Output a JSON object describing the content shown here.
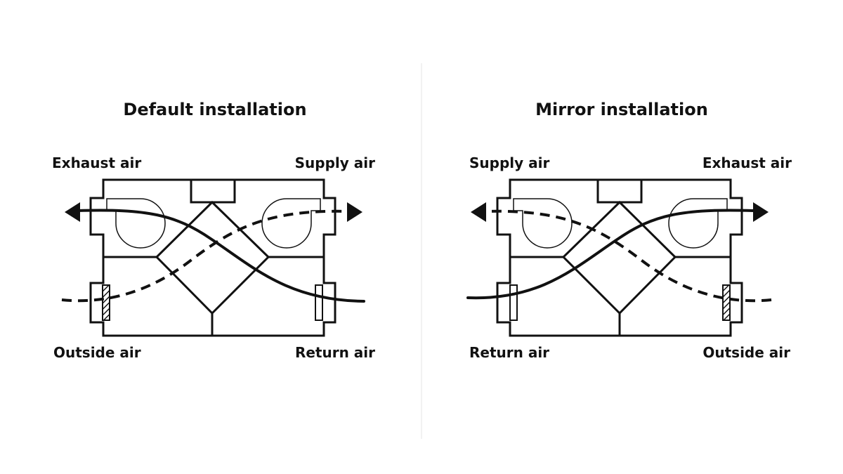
{
  "diagrams": [
    {
      "title": "Default installation",
      "labels": {
        "top_left": "Exhaust air",
        "top_right": "Supply air",
        "bottom_left": "Outside air",
        "bottom_right": "Return air"
      }
    },
    {
      "title": "Mirror installation",
      "labels": {
        "top_left": "Supply air",
        "top_right": "Exhaust air",
        "bottom_left": "Return air",
        "bottom_right": "Outside air"
      }
    }
  ],
  "colors": {
    "line": "#111111",
    "background": "#ffffff",
    "divider": "#e6e6e6"
  }
}
